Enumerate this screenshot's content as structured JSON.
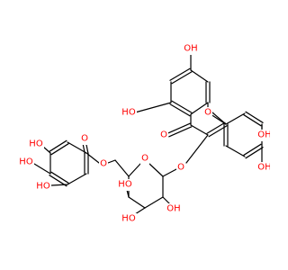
{
  "molecule": {
    "colors": {
      "bond": "#000000",
      "oxygen": "#ff0000",
      "background": "#ffffff"
    },
    "labels": {
      "oh_chromone_7": "OH",
      "oh_chromone_5": "HO",
      "carbonyl_o": "O",
      "ring_o_chromone": "O",
      "oh_catechol_3": "OH",
      "oh_catechol_4": "OH",
      "glycoside_o": "O",
      "ester_carbonyl_o": "O",
      "ester_o": "O",
      "sugar_ring_o": "O",
      "oh_sugar_2": "OH",
      "oh_sugar_3": "HO",
      "oh_sugar_4": "HO",
      "oh_gallate_3": "HO",
      "oh_gallate_4": "HO",
      "oh_gallate_5": "HO"
    }
  }
}
